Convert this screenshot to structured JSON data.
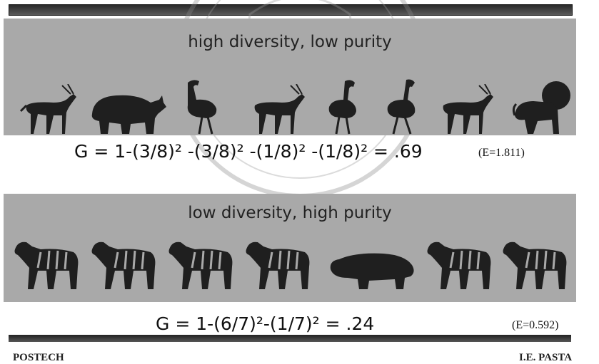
{
  "panel1": {
    "title": "high diversity, low purity",
    "animals": [
      "antelope",
      "rhino",
      "ostrich",
      "antelope",
      "ostrich",
      "ostrich",
      "antelope",
      "lion"
    ]
  },
  "formula1": {
    "text": "G = 1-(3/8)² -(3/8)² -(1/8)² -(1/8)² = .69",
    "entropy": "(E=1.811)"
  },
  "panel2": {
    "title": "low diversity, high purity",
    "animals": [
      "zebra",
      "zebra",
      "zebra",
      "zebra",
      "hippo",
      "zebra",
      "zebra"
    ]
  },
  "formula2": {
    "text": "G = 1-(6/7)²-(1/7)² = .24",
    "entropy": "(E=0.592)"
  },
  "footer": {
    "left": "POSTECH",
    "right": "I.E. PASTA"
  },
  "colors": {
    "panel": "#a9a9a9",
    "silhouette": "#1f1f1f"
  }
}
